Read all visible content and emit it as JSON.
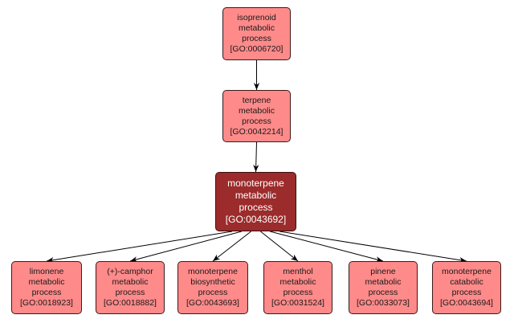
{
  "diagram": {
    "type": "GO term hierarchy",
    "colors": {
      "node_fill": "#ff8a8a",
      "focus_fill": "#9c2b2b",
      "border": "#3a1a1a",
      "edge": "#000000",
      "focus_text": "#ffffff"
    },
    "nodes": [
      {
        "id": "n0",
        "lines": [
          "isoprenoid",
          "metabolic",
          "process",
          "[GO:0006720]"
        ],
        "go_id": "GO:0006720",
        "focus": false
      },
      {
        "id": "n1",
        "lines": [
          "terpene",
          "metabolic",
          "process",
          "[GO:0042214]"
        ],
        "go_id": "GO:0042214",
        "focus": false
      },
      {
        "id": "n2",
        "lines": [
          "monoterpene",
          "metabolic",
          "process",
          "[GO:0043692]"
        ],
        "go_id": "GO:0043692",
        "focus": true
      },
      {
        "id": "n3",
        "lines": [
          "limonene",
          "metabolic",
          "process",
          "[GO:0018923]"
        ],
        "go_id": "GO:0018923",
        "focus": false
      },
      {
        "id": "n4",
        "lines": [
          "(+)-camphor",
          "metabolic",
          "process",
          "[GO:0018882]"
        ],
        "go_id": "GO:0018882",
        "focus": false
      },
      {
        "id": "n5",
        "lines": [
          "monoterpene",
          "biosynthetic",
          "process",
          "[GO:0043693]"
        ],
        "go_id": "GO:0043693",
        "focus": false
      },
      {
        "id": "n6",
        "lines": [
          "menthol",
          "metabolic",
          "process",
          "[GO:0031524]"
        ],
        "go_id": "GO:0031524",
        "focus": false
      },
      {
        "id": "n7",
        "lines": [
          "pinene",
          "metabolic",
          "process",
          "[GO:0033073]"
        ],
        "go_id": "GO:0033073",
        "focus": false
      },
      {
        "id": "n8",
        "lines": [
          "monoterpene",
          "catabolic",
          "process",
          "[GO:0043694]"
        ],
        "go_id": "GO:0043694",
        "focus": false
      }
    ],
    "edges": [
      {
        "from": "n0",
        "to": "n1"
      },
      {
        "from": "n1",
        "to": "n2"
      },
      {
        "from": "n2",
        "to": "n3"
      },
      {
        "from": "n2",
        "to": "n4"
      },
      {
        "from": "n2",
        "to": "n5"
      },
      {
        "from": "n2",
        "to": "n6"
      },
      {
        "from": "n2",
        "to": "n7"
      },
      {
        "from": "n2",
        "to": "n8"
      }
    ]
  }
}
